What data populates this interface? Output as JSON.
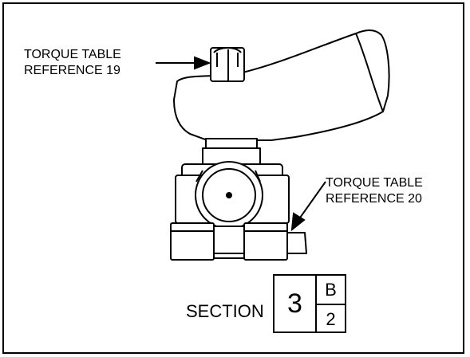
{
  "callouts": {
    "ref19": {
      "line1": "TORQUE TABLE",
      "line2": "REFERENCE 19"
    },
    "ref20": {
      "line1": "TORQUE TABLE",
      "line2": "REFERENCE 20"
    }
  },
  "section": {
    "label": "SECTION",
    "number": "3",
    "sheet": "B",
    "zone": "2"
  }
}
